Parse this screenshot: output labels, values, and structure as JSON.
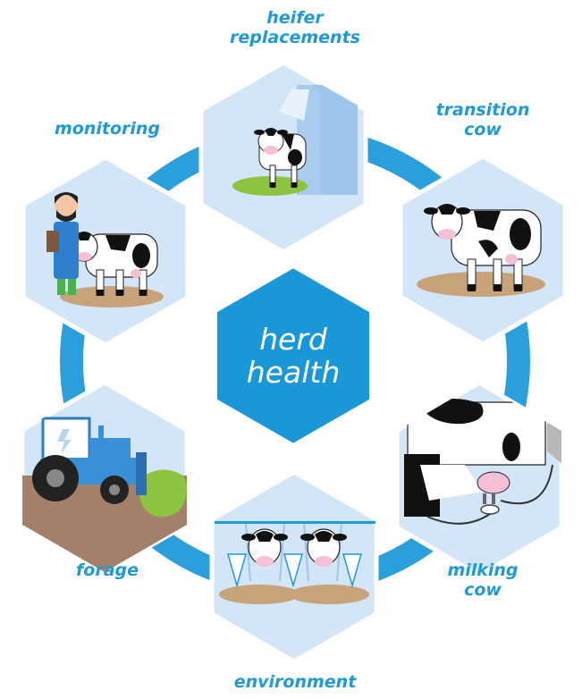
{
  "diagram": {
    "center": {
      "line1": "herd",
      "line2": "health",
      "color": "#1a97d8"
    },
    "ring_color": "#2a9fdc",
    "hex_fill": "#d3e6f7",
    "stages": [
      {
        "id": "heifer",
        "line1": "heifer",
        "line2": "replacements",
        "icon": "cow-with-shed-icon"
      },
      {
        "id": "transition",
        "line1": "transition",
        "line2": "cow",
        "icon": "standing-cow-icon"
      },
      {
        "id": "milking",
        "line1": "milking",
        "line2": "cow",
        "icon": "milking-machine-cow-icon"
      },
      {
        "id": "environment",
        "line1": "environment",
        "icon": "cows-in-stalls-icon"
      },
      {
        "id": "forage",
        "line1": "forage",
        "icon": "tractor-icon"
      },
      {
        "id": "monitoring",
        "line1": "monitoring",
        "icon": "farmer-with-cow-icon"
      }
    ]
  }
}
